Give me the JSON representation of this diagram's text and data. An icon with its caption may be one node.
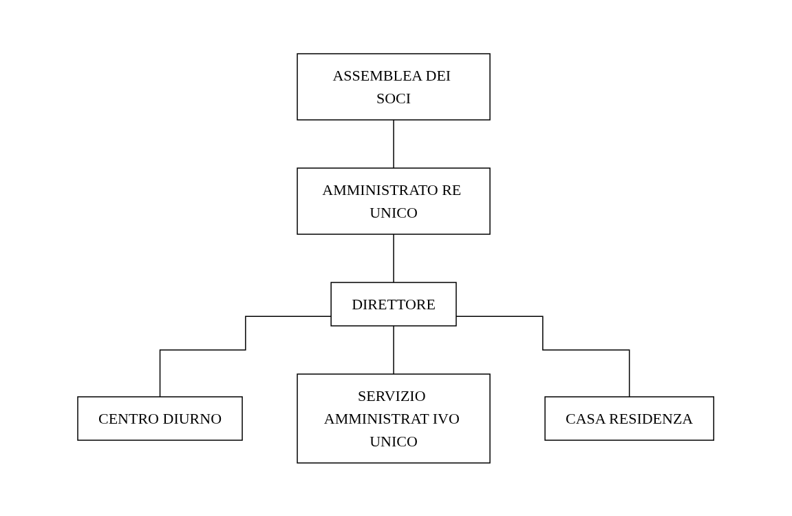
{
  "diagram": {
    "nodes": [
      {
        "text": [
          "ASSEMBLEA DEI SOCI"
        ]
      },
      {
        "text": [
          "AMMINISTRATO RE UNICO"
        ]
      },
      {
        "text": [
          "DIRETTORE"
        ]
      },
      {
        "text": [
          "CENTRO DIURNO"
        ]
      },
      {
        "text": [
          "SERVIZIO AMMINISTRAT IVO UNICO"
        ]
      },
      {
        "text": [
          "CASA RESIDENZA"
        ]
      }
    ],
    "edges": [
      {
        "from": 0,
        "to": 1,
        "arrow": "none"
      },
      {
        "from": 1,
        "to": 2,
        "arrow": "none"
      },
      {
        "from": 2,
        "to": 3,
        "arrow": "none"
      },
      {
        "from": 2,
        "to": 4,
        "arrow": "none"
      },
      {
        "from": 2,
        "to": 5,
        "arrow": "none"
      }
    ]
  }
}
